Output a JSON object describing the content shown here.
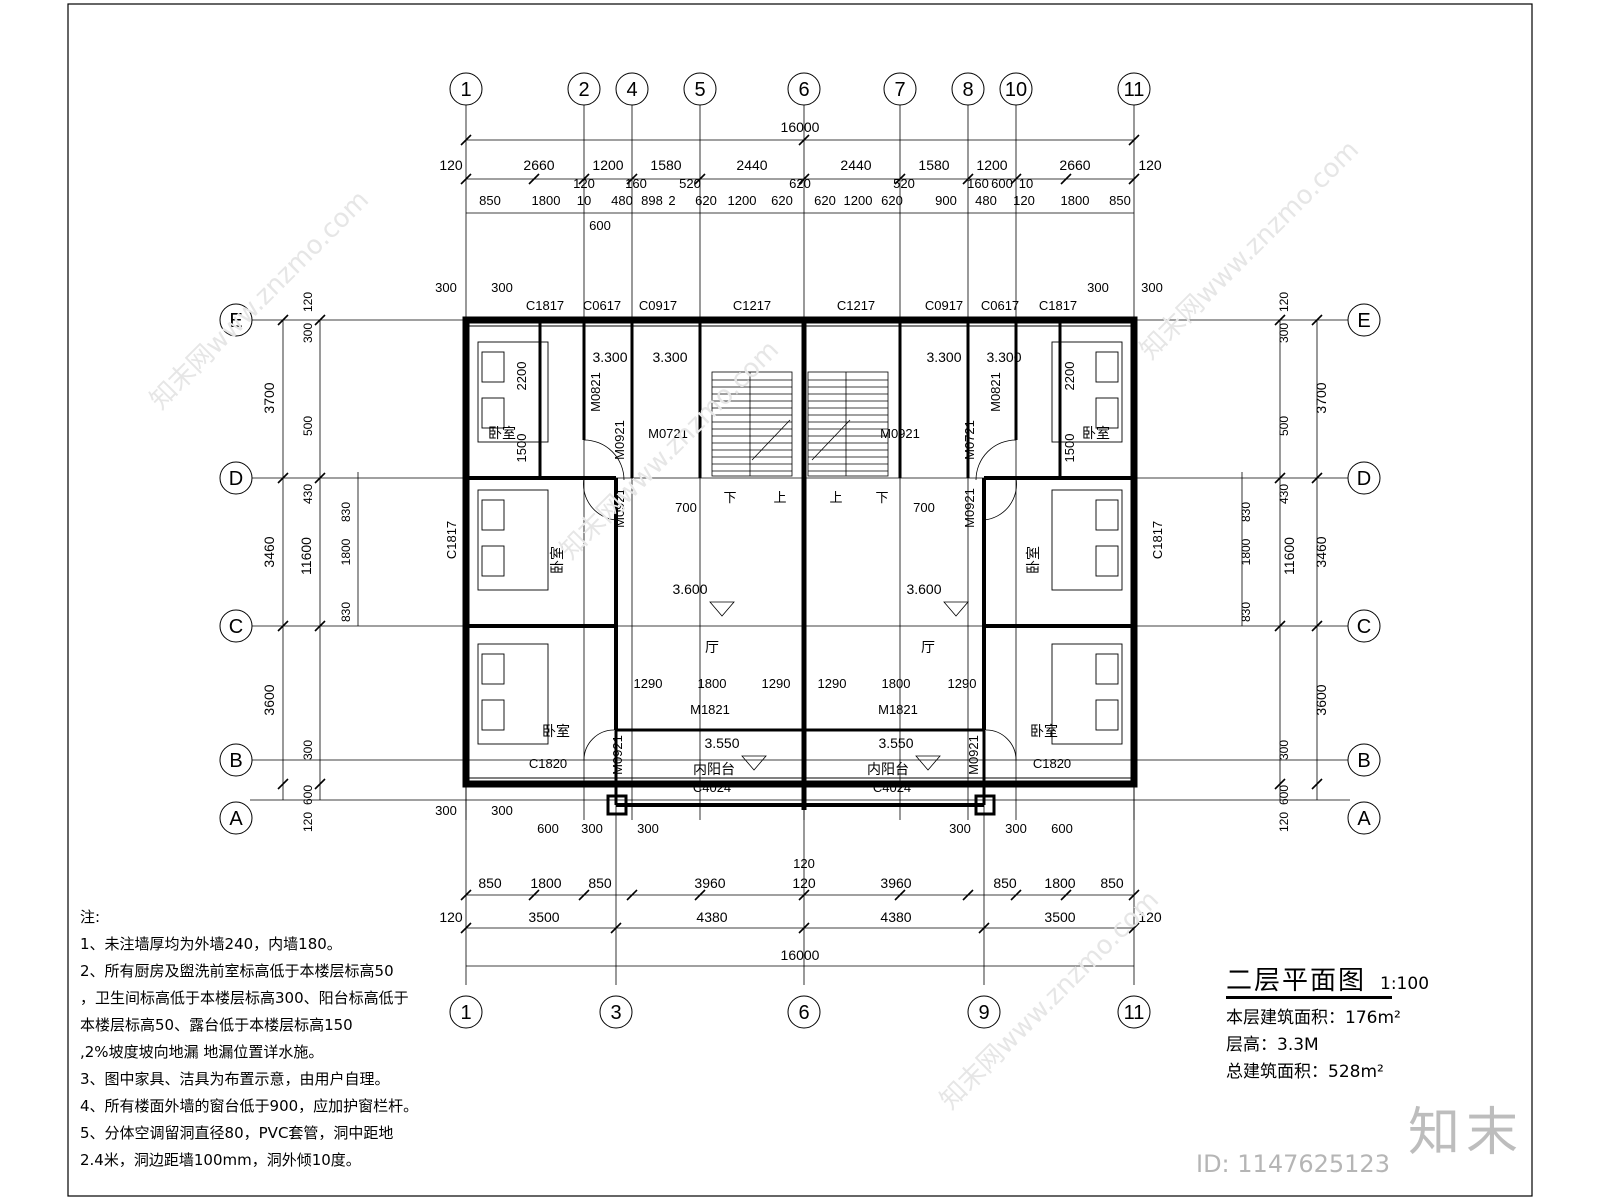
{
  "title": "二层平面图",
  "scale": "1:100",
  "stats": {
    "floor_area": "本层建筑面积：176m²",
    "floor_height": "层高：3.3M",
    "total_area": "总建筑面积：528m²"
  },
  "notes": {
    "heading": "注:",
    "lines": [
      "1、未注墙厚均为外墙240，内墙180。",
      "2、所有厨房及盥洗前室标高低于本楼层标高50",
      "，卫生间标高低于本楼层标高300、阳台标高低于",
      "本楼层标高50、露台低于本楼层标高150",
      ",2%坡度坡向地漏 地漏位置详水施。",
      "3、图中家具、洁具为布置示意，由用户自理。",
      "4、所有楼面外墙的窗台低于900，应加护窗栏杆。",
      "5、分体空调留洞直径80，PVC套管，洞中距地",
      "2.4米，洞边距墙100mm，洞外倾10度。"
    ]
  },
  "watermark": {
    "brand": "知末",
    "id": "ID: 1147625123",
    "site": "知末网www.znzmo.com"
  },
  "axes_top": [
    "1",
    "2",
    "4",
    "5",
    "6",
    "7",
    "8",
    "10",
    "11"
  ],
  "axes_bottom": [
    "1",
    "3",
    "6",
    "9",
    "11"
  ],
  "axes_rows": [
    "E",
    "D",
    "C",
    "B",
    "A"
  ],
  "dims": {
    "total_top": "16000",
    "total_bottom": "16000",
    "top_row1": [
      "120",
      "2660",
      "1200",
      "1580",
      "2440",
      "2440",
      "1580",
      "1200",
      "2660",
      "120"
    ],
    "top_row2": [
      "850",
      "1800",
      "10",
      "480",
      "898",
      "2",
      "620",
      "1200",
      "620",
      "620",
      "1200",
      "620",
      "900",
      "480",
      "120",
      "1800",
      "850"
    ],
    "top_row2_extra": [
      "120",
      "160",
      "520",
      "620",
      "520",
      "160",
      "600",
      "10",
      "600"
    ],
    "bottom_row1": [
      "850",
      "1800",
      "850",
      "3960",
      "120",
      "3960",
      "850",
      "1800",
      "850"
    ],
    "bottom_row2": [
      "120",
      "3500",
      "4380",
      "4380",
      "3500",
      "120"
    ],
    "bottom_misc": [
      "300",
      "300",
      "300",
      "300",
      "300",
      "300",
      "120",
      "600",
      "600"
    ],
    "left_total": "11600",
    "left_parts": [
      "3700",
      "3460",
      "3600"
    ],
    "left_sub": [
      "120",
      "300",
      "500",
      "430",
      "830",
      "1800",
      "830",
      "300",
      "600",
      "120"
    ],
    "right_total": "11600",
    "right_parts": [
      "3700",
      "3460",
      "3600"
    ],
    "right_sub": [
      "120",
      "300",
      "500",
      "430",
      "830",
      "1800",
      "830",
      "300",
      "600",
      "120"
    ],
    "corner": [
      "300",
      "300",
      "300",
      "300"
    ]
  },
  "labels": {
    "windows_top": [
      "C1817",
      "C0617",
      "C0917",
      "C1217",
      "C1217",
      "C0917",
      "C0617",
      "C1817"
    ],
    "side_windows": [
      "C1817",
      "C1817"
    ],
    "bottom_windows": [
      "C1820",
      "C1820",
      "C4024",
      "C4024"
    ],
    "doors": [
      "M0821",
      "M0721",
      "M0921",
      "M0921",
      "M0921",
      "M0721",
      "M0921",
      "M0821",
      "M0921",
      "M0921",
      "M1821",
      "M1821"
    ],
    "levels": [
      "3.300",
      "3.300",
      "3.300",
      "3.300",
      "3.600",
      "3.600",
      "3.550",
      "3.550"
    ],
    "rooms": [
      "卧室",
      "卧室",
      "卧室",
      "卧室",
      "卧室",
      "卧室",
      "厅",
      "厅",
      "内阳台",
      "内阳台"
    ],
    "stairs": [
      "下",
      "上",
      "上",
      "下"
    ],
    "room_dims": [
      "2200",
      "1500",
      "2200",
      "1500",
      "700",
      "700",
      "1290",
      "1800",
      "1290",
      "1290",
      "1800",
      "1290"
    ]
  }
}
